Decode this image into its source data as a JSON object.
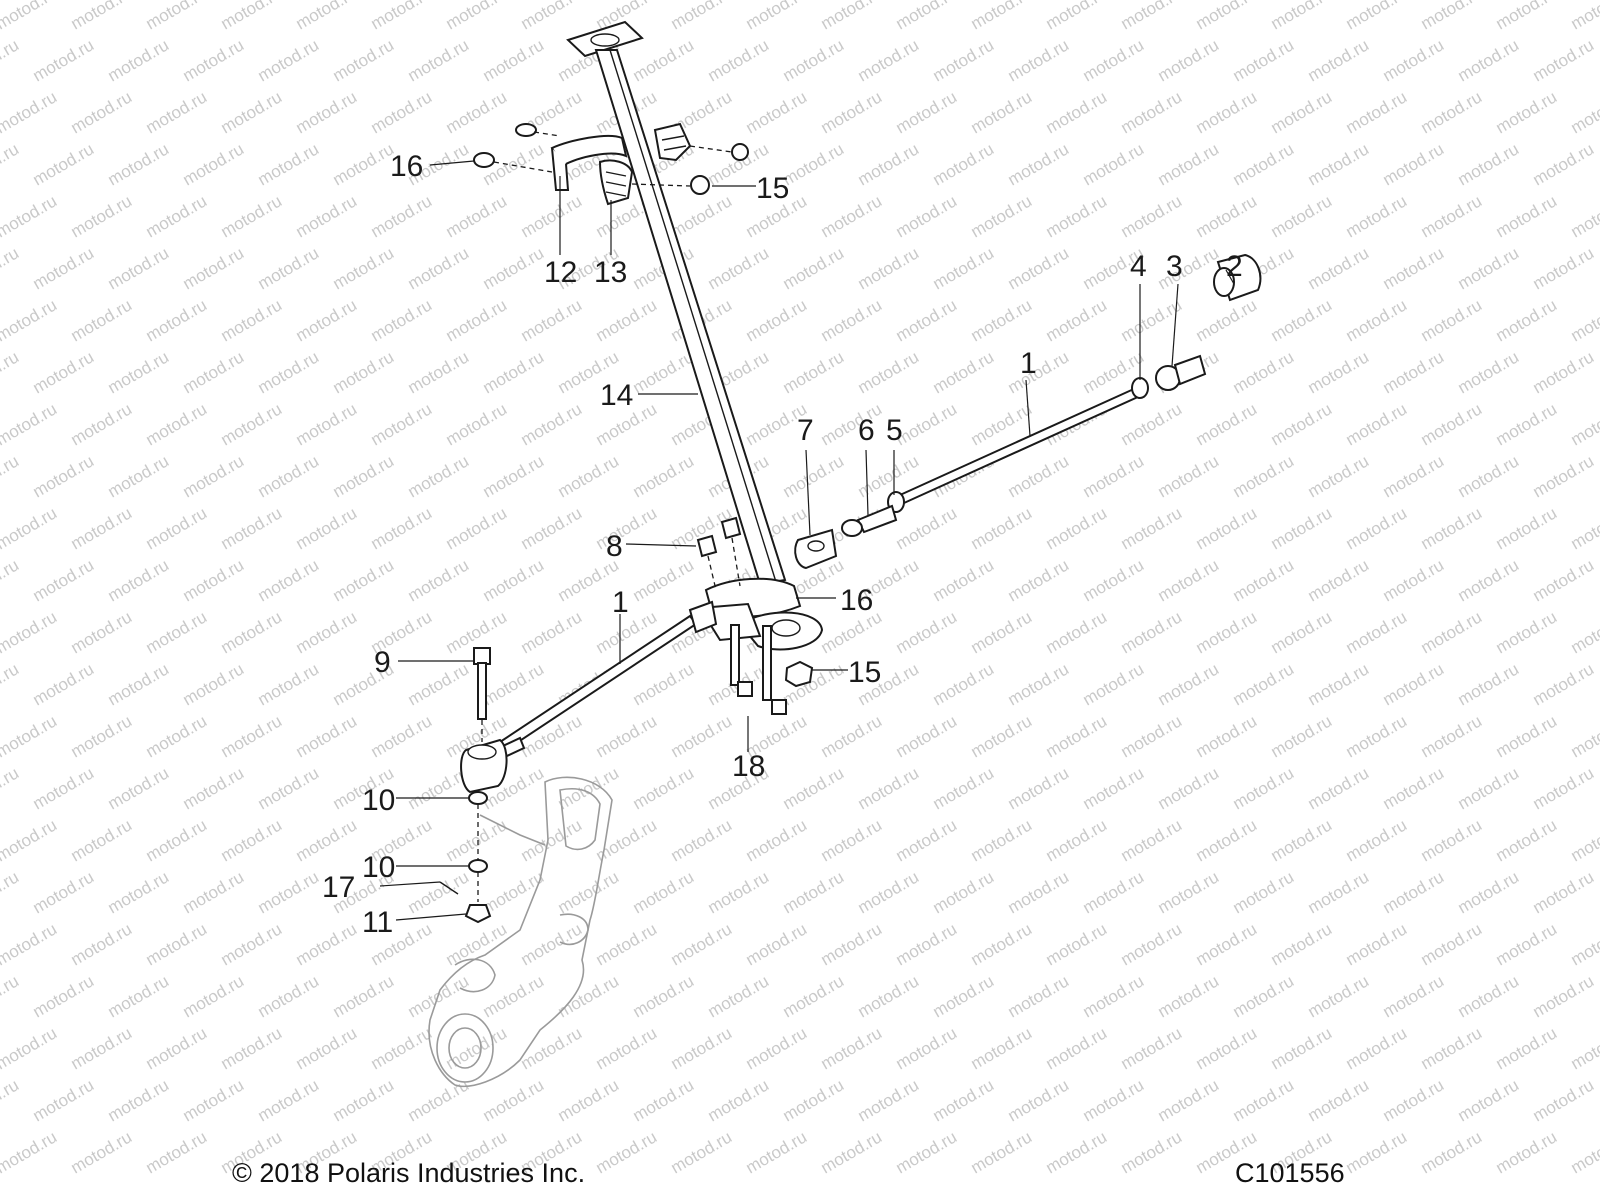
{
  "watermark": "motod.ru",
  "footer": {
    "copyright": "© 2018 Polaris Industries Inc.",
    "drawing_number": "C101556"
  },
  "callouts": {
    "c1_right": "1",
    "c1_left": "1",
    "c2": "2",
    "c3": "3",
    "c4": "4",
    "c5": "5",
    "c6": "6",
    "c7": "7",
    "c8": "8",
    "c9": "9",
    "c10_upper": "10",
    "c10_lower": "10",
    "c11": "11",
    "c12": "12",
    "c13": "13",
    "c14": "14",
    "c15_upper": "15",
    "c15_lower": "15",
    "c16_upper": "16",
    "c16_lower": "16",
    "c17": "17",
    "c18": "18"
  },
  "colors": {
    "line": "#1a1a1a",
    "watermark": "#c9c9c9",
    "background": "#ffffff"
  }
}
